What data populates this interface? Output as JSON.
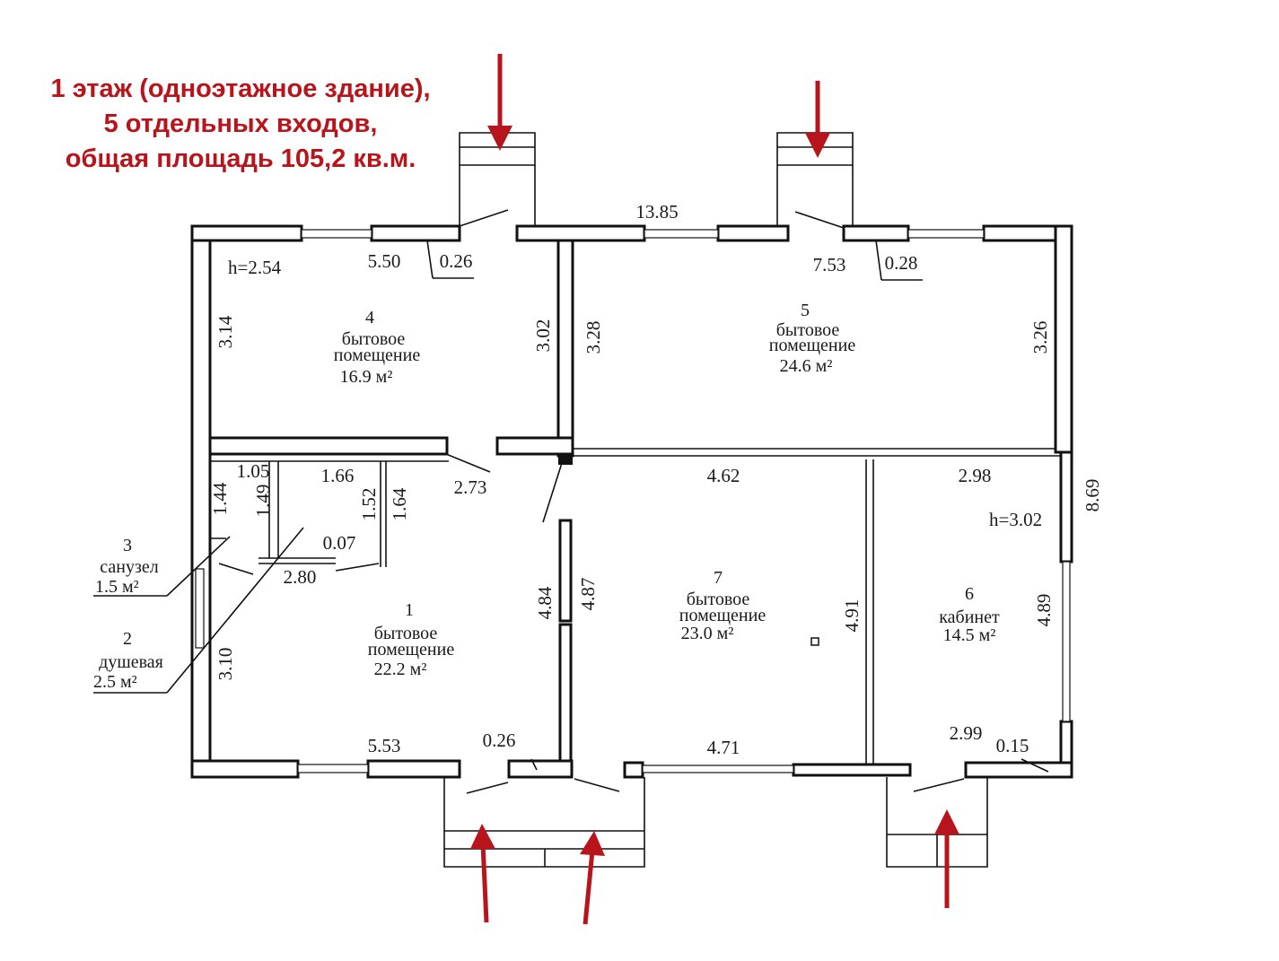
{
  "header": {
    "line1": "1 этаж (одноэтажное здание),",
    "line2": "5 отдельных входов,",
    "line3": "общая площадь 105,2 кв.м."
  },
  "colors": {
    "accent": "#b8141b",
    "ink": "#111111",
    "paper": "#ffffff"
  },
  "rooms": [
    {
      "number": "4",
      "line1": "бытовое",
      "line2": "помещение",
      "area": "16.9 м²"
    },
    {
      "number": "5",
      "line1": "бытовое",
      "line2": "помещение",
      "area": "24.6 м²"
    },
    {
      "number": "1",
      "line1": "бытовое",
      "line2": "помещение",
      "area": "22.2 м²"
    },
    {
      "number": "7",
      "line1": "бытовое",
      "line2": "помещение",
      "area": "23.0 м²"
    },
    {
      "number": "6",
      "line1": "кабинет",
      "area": "14.5 м²"
    }
  ],
  "callouts": [
    {
      "number": "3",
      "name": "санузел",
      "area": "1.5   м²"
    },
    {
      "number": "2",
      "name": "душевая",
      "area": "2.5   м²"
    }
  ],
  "heights": {
    "left": "h=2.54",
    "right": "h=3.02"
  },
  "dimensions": {
    "d_13_85": "13.85",
    "d_5_50": "5.50",
    "d_0_26_top": "0.26",
    "d_7_53": "7.53",
    "d_0_28": "0.28",
    "d_3_14": "3.14",
    "d_3_02": "3.02",
    "d_3_28": "3.28",
    "d_3_26": "3.26",
    "d_8_69": "8.69",
    "d_2_73": "2.73",
    "d_1_05": "1.05",
    "d_1_66": "1.66",
    "d_1_44": "1.44",
    "d_1_49": "1.49",
    "d_1_52": "1.52",
    "d_1_64": "1.64",
    "d_0_07": "0.07",
    "d_2_80": "2.80",
    "d_4_62": "4.62",
    "d_2_98": "2.98",
    "d_4_84": "4.84",
    "d_4_87": "4.87",
    "d_4_91": "4.91",
    "d_4_89": "4.89",
    "d_3_10": "3.10",
    "d_5_53": "5.53",
    "d_0_26_bot": "0.26",
    "d_4_71": "4.71",
    "d_2_99": "2.99",
    "d_0_15": "0.15"
  }
}
